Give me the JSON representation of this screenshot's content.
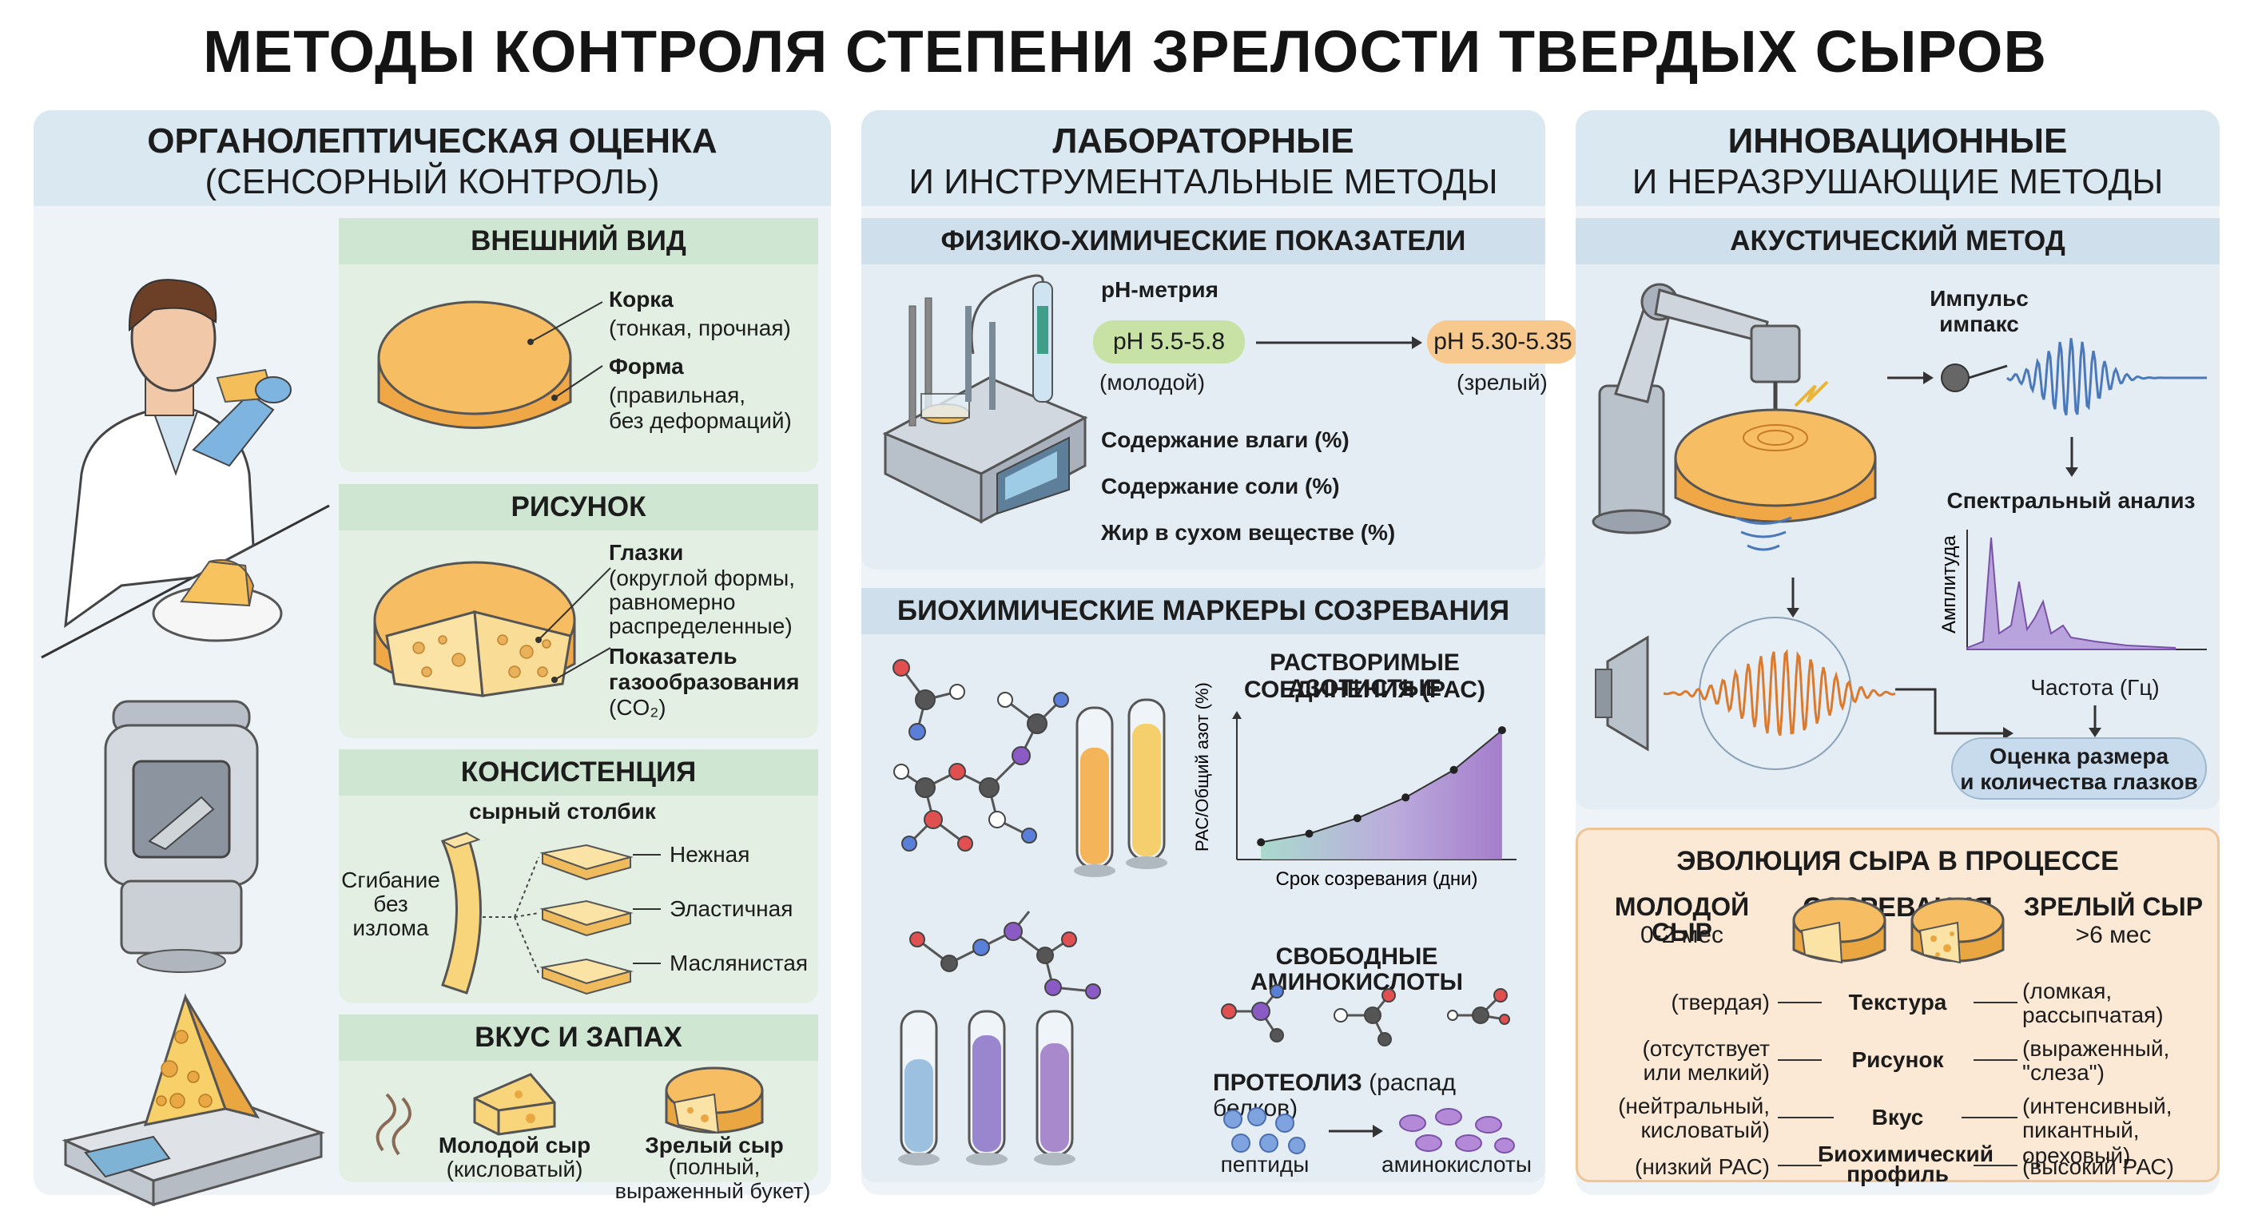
{
  "title": "МЕТОДЫ КОНТРОЛЯ СТЕПЕНИ ЗРЕЛОСТИ ТВЕРДЫХ СЫРОВ",
  "col1": {
    "title_l1": "ОРГАНОЛЕПТИЧЕСКАЯ ОЦЕНКА",
    "title_l2": "(СЕНСОРНЫЙ КОНТРОЛЬ)",
    "appearance": {
      "title": "ВНЕШНИЙ ВИД",
      "rind_label": "Корка",
      "rind_desc": "(тонкая, прочная)",
      "shape_label": "Форма",
      "shape_desc_1": "(правильная,",
      "shape_desc_2": "без деформаций)"
    },
    "pattern": {
      "title": "РИСУНОК",
      "eyes_label": "Глазки",
      "eyes_desc_1": "(округлой формы,",
      "eyes_desc_2": "равномерно",
      "eyes_desc_3": "распределенные)",
      "gas_label_1": "Показатель",
      "gas_label_2": "газообразования",
      "gas_desc": "(CO₂)"
    },
    "consistency": {
      "title": "КОНСИСТЕНЦИЯ",
      "column_label": "сырный столбик",
      "bend_1": "Сгибание",
      "bend_2": "без",
      "bend_3": "излома",
      "types": [
        "Нежная",
        "Эластичная",
        "Маслянистая"
      ]
    },
    "taste": {
      "title": "ВКУС И ЗАПАХ",
      "young_label": "Молодой сыр",
      "young_desc": "(кисловатый)",
      "mature_label": "Зрелый сыр",
      "mature_desc_1": "(полный,",
      "mature_desc_2": "выраженный букет)"
    }
  },
  "col2": {
    "title_l1": "ЛАБОРАТОРНЫЕ",
    "title_l2": "И ИНСТРУМЕНТАЛЬНЫЕ МЕТОДЫ",
    "physchem": {
      "title": "ФИЗИКО-ХИМИЧЕСКИЕ ПОКАЗАТЕЛИ",
      "ph_title": "pH-метрия",
      "ph_young": "pH 5.5-5.8",
      "ph_young_label": "(молодой)",
      "ph_mature": "pH 5.30-5.35",
      "ph_mature_label": "(зрелый)",
      "moisture": "Содержание влаги (%)",
      "salt": "Содержание соли (%)",
      "fat": "Жир в сухом веществе (%)"
    },
    "biochem": {
      "title": "БИОХИМИЧЕСКИЕ МАРКЕРЫ СОЗРЕВАНИЯ",
      "pac_title_1": "РАСТВОРИМЫЕ АЗОТИСТЫЕ",
      "pac_title_2": "СОЕДИНЕНИЯ (РАС)",
      "amino_title": "СВОБОДНЫЕ АМИНОКИСЛОТЫ",
      "proteolysis_bold": "ПРОТЕОЛИЗ",
      "proteolysis_rest": " (распад белков)",
      "peptides": "пептиды",
      "aminoacids": "аминокислоты"
    }
  },
  "chart_data": {
    "type": "line",
    "xlabel": "Срок созревания (дни)",
    "ylabel": "РАС/Общий азот (%)",
    "x": [
      1,
      2,
      3,
      4,
      5,
      6
    ],
    "values": [
      1.0,
      1.5,
      2.4,
      3.6,
      5.2,
      7.5
    ],
    "fill": "gradient",
    "colors": [
      "#9fd6c6",
      "#b4a0d8",
      "#9a6ac4"
    ]
  },
  "col3": {
    "title_l1": "ИННОВАЦИОННЫЕ",
    "title_l2": "И НЕРАЗРУШАЮЩИЕ МЕТОДЫ",
    "acoustic": {
      "title": "АКУСТИЧЕСКИЙ МЕТОД",
      "impulse_1": "Импульс",
      "impulse_2": "импакс",
      "spectral": "Спектральный анализ",
      "amplitude": "Амплитуда",
      "frequency": "Частота (Гц)",
      "result_1": "Оценка размера",
      "result_2": "и количества глазков"
    },
    "evolution": {
      "title": "ЭВОЛЮЦИЯ СЫРА В ПРОЦЕССЕ СОЗРЕВАНИЯ",
      "young_title": "МОЛОДОЙ СЫР",
      "young_age": "0-2 мес",
      "mature_title": "ЗРЕЛЫЙ СЫР",
      "mature_age": ">6 мес",
      "rows": [
        {
          "left_1": "(твердая)",
          "left_2": "",
          "center_1": "Текстура",
          "center_2": "",
          "right_1": "(ломкая,",
          "right_2": "рассыпчатая)"
        },
        {
          "left_1": "(отсутствует",
          "left_2": "или мелкий)",
          "center_1": "Рисунок",
          "center_2": "",
          "right_1": "(выраженный,",
          "right_2": "\"слеза\")"
        },
        {
          "left_1": "(нейтральный,",
          "left_2": "кисловатый)",
          "center_1": "Вкус",
          "center_2": "",
          "right_1": "(интенсивный,",
          "right_2": "пикантный, ореховый)"
        },
        {
          "left_1": "(низкий РАС)",
          "left_2": "",
          "center_1": "Биохимический",
          "center_2": "профиль",
          "right_1": "(высокий РАС)",
          "right_2": ""
        }
      ]
    }
  }
}
